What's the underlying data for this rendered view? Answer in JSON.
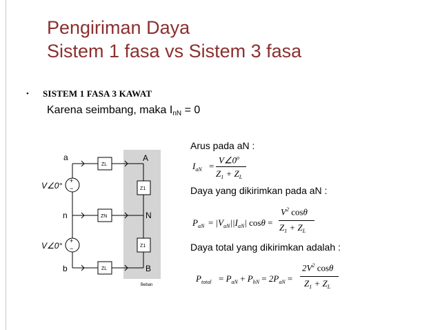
{
  "title_line1": "Pengiriman Daya",
  "title_line2": "Sistem 1 fasa vs Sistem 3 fasa",
  "bullet": "•",
  "heading": "SISTEM 1 FASA 3 KAWAT",
  "subtext_prefix": "Karena seimbang, maka I",
  "subtext_sub": "nN",
  "subtext_suffix": " = 0",
  "circuit": {
    "node_a": "a",
    "node_n": "n",
    "node_b": "b",
    "node_A": "A",
    "node_N": "N",
    "node_B": "B",
    "zl_top": "ZL",
    "zn": "ZN",
    "zl_bottom": "ZL",
    "z1_top": "Z1",
    "z1_bottom": "Z1",
    "source_top": "V∠0°",
    "source_bottom": "V∠0°",
    "plus": "+",
    "minus": "−",
    "load_label": "Beban"
  },
  "arus_label": "Arus pada aN :",
  "daya_label": "Daya yang dikirimkan pada aN :",
  "total_label": "Daya total yang dikirimkan adalah :",
  "colors": {
    "title": "#8c2f2f",
    "load_box": "#d4d4d4"
  }
}
